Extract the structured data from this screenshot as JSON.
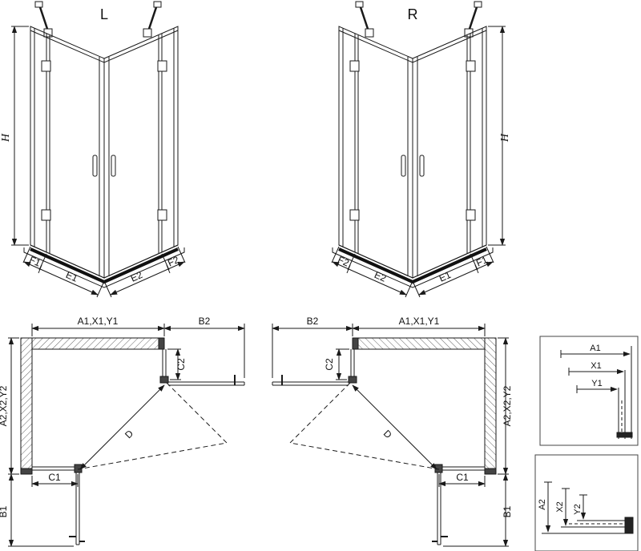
{
  "diagram": {
    "iso_left": {
      "label": "L",
      "height_label": "H",
      "dims": {
        "f1": "F1",
        "e1": "E1",
        "e2": "E2",
        "f2": "F2"
      }
    },
    "iso_right": {
      "label": "R",
      "height_label": "H",
      "dims": {
        "f2": "F2",
        "e2": "E2",
        "e1": "E1",
        "f1": "F1"
      }
    },
    "plan_left": {
      "top_width": "A1,X1,Y1",
      "door_top_width": "B2",
      "return_depth": "C2",
      "side_depth": "A2,X2,Y2",
      "fixed_bottom_width": "C1",
      "diagonal": "D",
      "door_side_height": "B1"
    },
    "plan_right": {
      "top_width": "A1,X1,Y1",
      "door_top_width": "B2",
      "return_depth": "C2",
      "side_depth": "A2,X2,Y2",
      "fixed_bottom_width": "C1",
      "diagonal": "D",
      "door_side_height": "B1"
    },
    "detail_top": {
      "a": "A1",
      "x": "X1",
      "y": "Y1"
    },
    "detail_bottom": {
      "a": "A2",
      "x": "X2",
      "y": "Y2"
    }
  }
}
